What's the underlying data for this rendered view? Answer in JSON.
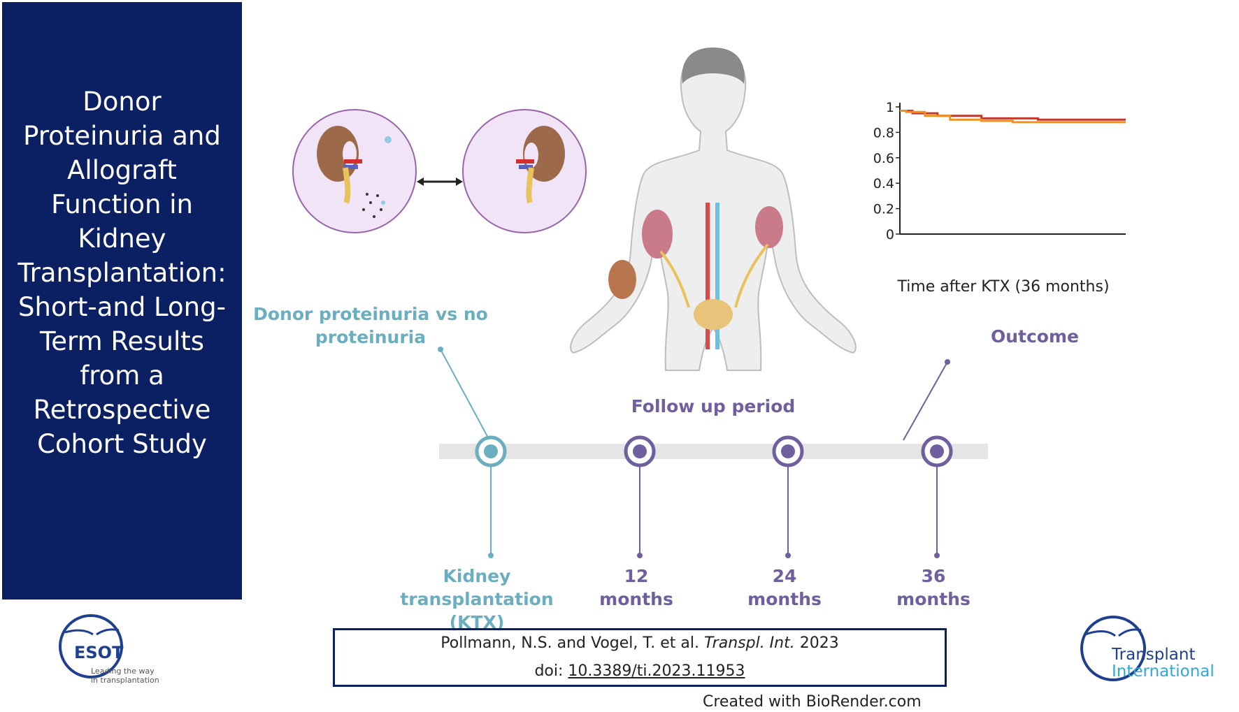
{
  "title": "Donor Proteinuria and Allograft Function in Kidney Transplantation: Short-and Long-Term Results from a Retrospective Cohort Study",
  "timeline": {
    "exposure_label_line1": "Donor proteinuria vs no",
    "exposure_label_line2": "proteinuria",
    "follow_up_label": "Follow up period",
    "outcome_label": "Outcome",
    "milestones": [
      {
        "line1": "Kidney transplantation",
        "line2": "(KTX)"
      },
      {
        "line1": "12",
        "line2": "months"
      },
      {
        "line1": "24",
        "line2": "months"
      },
      {
        "line1": "36",
        "line2": "months"
      }
    ]
  },
  "colors": {
    "panel": "#0b1f63",
    "teal": "#6aaebf",
    "purple": "#6f5f9e",
    "curve_red": "#c0392b",
    "curve_orange": "#f0901e"
  },
  "chart_data": {
    "type": "line",
    "xlabel": "Time after KTX (36 months)",
    "ylabel": "",
    "ylim": [
      0,
      1
    ],
    "yticks": [
      "0",
      "0.2",
      "0.4",
      "0.6",
      "0.8",
      "1"
    ],
    "xlim": [
      0,
      36
    ],
    "series": [
      {
        "color": "#c0392b",
        "x": [
          0,
          2,
          6,
          13,
          22,
          36
        ],
        "y": [
          0.97,
          0.95,
          0.93,
          0.91,
          0.9,
          0.9
        ]
      },
      {
        "color": "#f0901e",
        "x": [
          0,
          1,
          4,
          8,
          13,
          18,
          36
        ],
        "y": [
          0.97,
          0.96,
          0.93,
          0.9,
          0.89,
          0.88,
          0.88
        ]
      }
    ]
  },
  "citation": {
    "authors": "Pollmann, N.S. and Vogel, T. et al. ",
    "journal": "Transpl. Int.",
    "year": " 2023",
    "doi_prefix": "doi: ",
    "doi": "10.3389/ti.2023.11953"
  },
  "credit": "Created with BioRender.com",
  "logos": {
    "esot_name": "ESOT",
    "esot_tagline1": "Leading the way",
    "esot_tagline2": "in transplantation",
    "ti_line1": "Transplant",
    "ti_line2": "International"
  }
}
